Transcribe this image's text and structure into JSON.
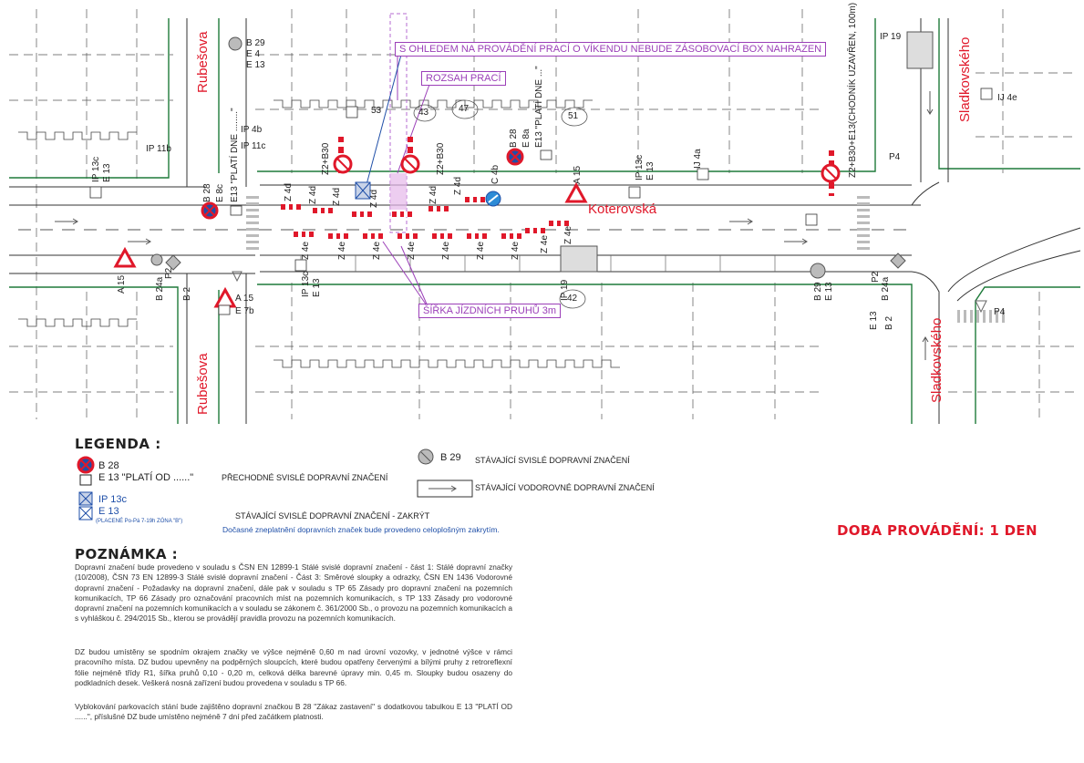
{
  "map": {
    "streets": {
      "rubesova_top": "Rubešova",
      "rubesova_bottom": "Rubešova",
      "koterovska": "Koterovská",
      "sladkovskeho_top": "Sladkovského",
      "sladkovskeho_bottom": "Sladkovského"
    },
    "callouts": {
      "box_notice": "S OHLEDEM NA PROVÁDĚNÍ PRACÍ O VÍKENDU NEBUDE ZÁSOBOVACÍ BOX NAHRAZEN",
      "work_range": "ROZSAH PRACÍ",
      "lane_width": "ŠÍŘKA JÍZDNÍCH PRUHŮ 3m"
    },
    "sign_labels": {
      "b29_top": "B 29",
      "e4_top": "E 4",
      "e13_top": "E 13",
      "ip4b": "IP 4b",
      "ip11c": "IP 11c",
      "ip11b": "IP 11b",
      "ip13c_left": "IP 13c",
      "e13_left": "E 13",
      "b28_left": "B 28",
      "e8c": "E 8c",
      "e13_plati_left": "E13 \"PLATÍ DNE ........\"",
      "b28_mid": "B 28",
      "e8a_mid": "E 8a",
      "e13_plati_mid": "E13 \"PLATÍ DNE ...\"",
      "a15_top": "A 15",
      "c4b": "C 4b",
      "ip13c_right": "IP 13c",
      "e13_right": "E 13",
      "ij4a": "IJ 4a",
      "z2_b30": "Z2+B30+E13(CHODNÍK UZAVŘEN, 100m)",
      "p4_top": "P4",
      "ij4e": "IJ 4e",
      "ip19_top": "IP 19",
      "a15_left": "A 15",
      "b24a_left": "B 24a",
      "p2_left": "P2",
      "b2_left": "B 2",
      "a15_bottom": "A 15",
      "e7b": "E 7b",
      "ip13c_bottom": "IP 13c",
      "e13_bottom": "E 13",
      "ip19_bottom": "IP 19",
      "b29_bottom": "B 29",
      "e13_b29": "E 13",
      "b24a_right": "B 24a",
      "p2_right": "P2",
      "e13_right2": "E 13",
      "b2_right": "B 2",
      "p4_bottom": "P4",
      "z2_b30_a": "Z2+B30",
      "z2_b30_b": "Z2+B30"
    },
    "z4_labels": [
      "Z 4d",
      "Z 4d",
      "Z 4d",
      "Z 4d",
      "Z 4d",
      "Z 4d",
      "Z 4e",
      "Z 4e",
      "Z 4e",
      "Z 4e",
      "Z 4e",
      "Z 4e",
      "Z 4e",
      "Z 4e",
      "Z 4e"
    ],
    "parcels": [
      "42",
      "43",
      "47",
      "53",
      "51"
    ]
  },
  "legend": {
    "title": "LEGENDA :",
    "temp_sign_b28": "B 28",
    "temp_sign_e13": "E 13 \"PLATÍ OD ......\"",
    "temp_label": "PŘECHODNÉ SVISLÉ DOPRAVNÍ ZNAČENÍ",
    "covered_ip13c": "IP 13c",
    "covered_e13": "E 13",
    "covered_note": "(PLACENÉ Po-Pá 7-19h ZÓNA \"B\")",
    "covered_label": "STÁVAJÍCÍ SVISLÉ DOPRAVNÍ ZNAČENÍ - ZAKRÝT",
    "covered_note_blue": "Dočasné zneplatnění dopravních značek bude provedeno celoplošným zakrytím.",
    "existing_b29": "B 29",
    "existing_vertical_label": "STÁVAJÍCÍ SVISLÉ DOPRAVNÍ ZNAČENÍ",
    "existing_horizontal_label": "STÁVAJÍCÍ VODOROVNÉ DOPRAVNÍ ZNAČENÍ"
  },
  "note": {
    "title": "POZNÁMKA :",
    "p1": "Dopravní značení bude provedeno v souladu s ČSN EN 12899-1 Stálé svislé dopravní značení - část 1: Stálé dopravní značky (10/2008), ČSN 73 EN 12899-3 Stálé svislé dopravní značení - Část 3: Směrové sloupky a odrazky, ČSN EN 1436 Vodorovné dopravní značení - Požadavky na dopravní značení, dále pak v souladu s TP 65 Zásady pro dopravní značení na pozemních komunikacích, TP 66 Zásady pro označování pracovních míst na pozemních komunikacích, s TP 133 Zásady pro vodorovné dopravní značení na pozemních komunikacích a v souladu se zákonem č. 361/2000 Sb., o provozu na pozemních komunikacích a s vyhláškou č. 294/2015 Sb., kterou se provádějí pravidla provozu na pozemních komunikacích.",
    "p2": "DZ budou umístěny se spodním okrajem značky ve výšce nejméně 0,60 m nad úrovní vozovky, v jednotné výšce v rámci pracovního místa. DZ budou upevněny na podpěrných sloupcích, které budou opatřeny červenými a bílými pruhy z retroreflexní fólie nejméně třídy R1, šířka pruhů 0,10 - 0,20 m, celková délka barevné úpravy min. 0,45 m. Sloupky budou osazeny do podkladních desek. Veškerá nosná zařízení budou provedena v souladu s TP 66.",
    "p3": "Vyblokování parkovacích stání bude zajištěno dopravní značkou B 28 \"Zákaz zastavení\" s dodatkovou tabulkou E 13 \"PLATÍ OD ......\", příslušné DZ bude umístěno nejméně 7 dní před začátkem platnosti."
  },
  "duration": "DOBA PROVÁDĚNÍ: 1 DEN",
  "colors": {
    "red": "#e0182a",
    "purple": "#9b3fb8",
    "blue": "#1f4fa8",
    "green": "#1f8a3a"
  }
}
